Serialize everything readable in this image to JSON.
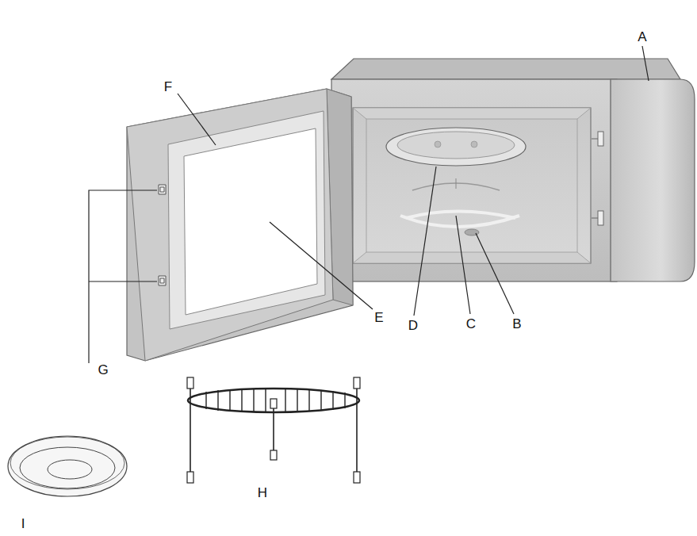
{
  "diagram": {
    "labels": [
      "F",
      "A",
      "G",
      "E",
      "D",
      "C",
      "B",
      "H",
      "I"
    ]
  }
}
